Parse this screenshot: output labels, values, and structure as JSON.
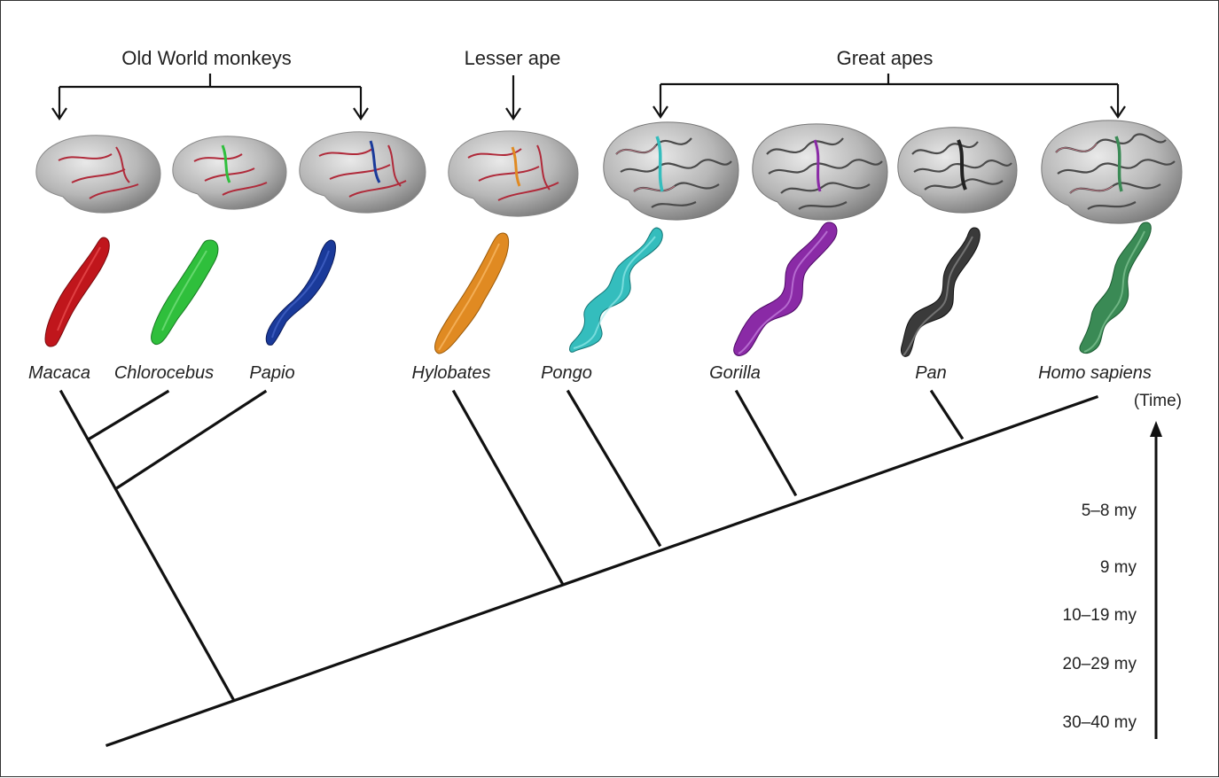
{
  "groups": {
    "old_world": "Old World monkeys",
    "lesser": "Lesser ape",
    "great": "Great apes"
  },
  "species": [
    {
      "id": "macaca",
      "name": "Macaca",
      "color": "#c0161c"
    },
    {
      "id": "chlorocebus",
      "name": "Chlorocebus",
      "color": "#2fbf3c"
    },
    {
      "id": "papio",
      "name": "Papio",
      "color": "#1a3a9a"
    },
    {
      "id": "hylobates",
      "name": "Hylobates",
      "color": "#e08a22"
    },
    {
      "id": "pongo",
      "name": "Pongo",
      "color": "#34bdbd"
    },
    {
      "id": "gorilla",
      "name": "Gorilla",
      "color": "#8a2aa6"
    },
    {
      "id": "pan",
      "name": "Pan",
      "color": "#3a3a3a"
    },
    {
      "id": "homo",
      "name": "Homo sapiens",
      "color": "#3a8a55"
    }
  ],
  "time_axis": {
    "title": "(Time)",
    "ticks": [
      "5–8 my",
      "9 my",
      "10–19 my",
      "20–29 my",
      "30–40 my"
    ]
  },
  "brain_surface_color": "#a9a9a9",
  "sulcus_color": "#b02a3a"
}
